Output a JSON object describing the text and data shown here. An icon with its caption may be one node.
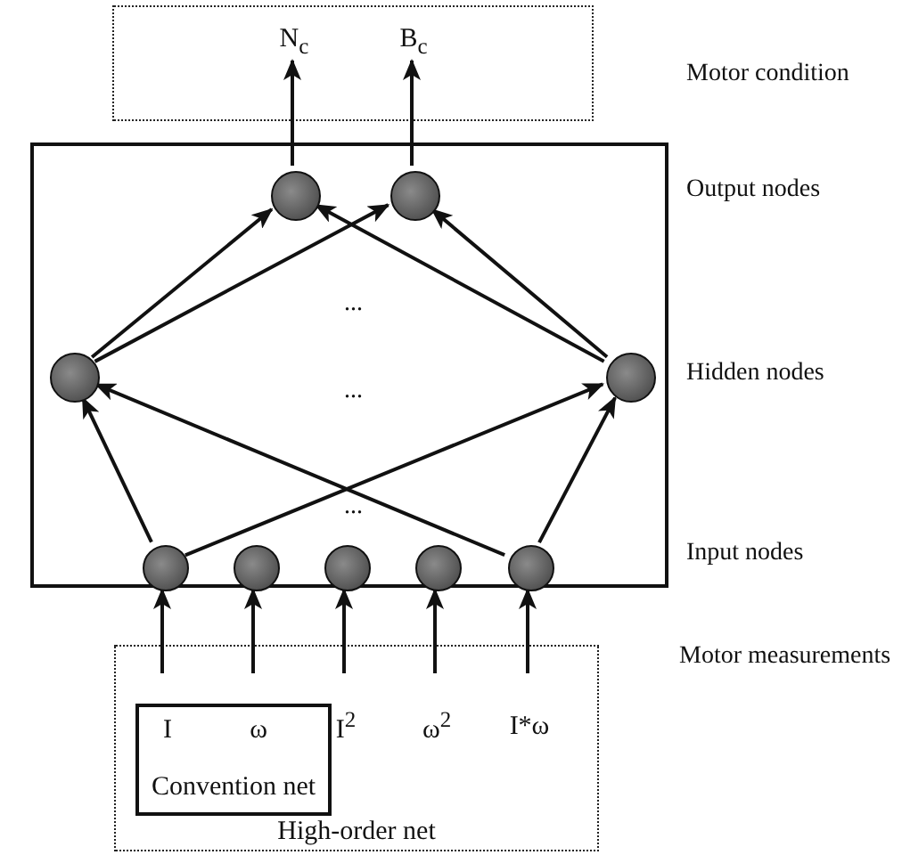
{
  "diagram": {
    "nodes": [
      {
        "text": [],
        "shape": "box",
        "beside": [
          "Motor condition"
        ]
      },
      {
        "text": [
          "N$_{c}$"
        ],
        "in": 0
      },
      {
        "text": [
          "B$_{c}$"
        ],
        "in": 0
      },
      {
        "text": [],
        "shape": "box"
      },
      {
        "text": [],
        "shape": "circle",
        "in": 3
      },
      {
        "text": [],
        "shape": "circle",
        "in": 3
      },
      {
        "text": [],
        "shape": "circle",
        "in": 3
      },
      {
        "text": [],
        "shape": "circle",
        "in": 3
      },
      {
        "text": [],
        "shape": "circle",
        "in": 3
      },
      {
        "text": [],
        "shape": "circle",
        "in": 3
      },
      {
        "text": [],
        "shape": "circle",
        "in": 3
      },
      {
        "text": [],
        "shape": "circle",
        "in": 3
      },
      {
        "text": [],
        "shape": "circle",
        "in": 3
      },
      {
        "text": [
          "High-order net"
        ],
        "beside": [
          "Motor measurements"
        ]
      },
      {
        "text": [
          "Convention net"
        ],
        "in": 13
      },
      {
        "text": [
          "I"
        ],
        "in": 14
      },
      {
        "text": [
          "ω"
        ],
        "in": 14
      },
      {
        "text": [
          "I$^{2}$"
        ],
        "in": 13
      },
      {
        "text": [
          "ω$^{2}$"
        ],
        "in": 13
      },
      {
        "text": [
          "I*ω"
        ],
        "in": 13
      }
    ],
    "edges": [
      {
        "from": 15,
        "to": 8,
        "arrow": "to"
      },
      {
        "from": 16,
        "to": 9,
        "arrow": "to"
      },
      {
        "from": 17,
        "to": 10,
        "arrow": "to"
      },
      {
        "from": 18,
        "to": 11,
        "arrow": "to"
      },
      {
        "from": 19,
        "to": 12,
        "arrow": "to"
      },
      {
        "from": 8,
        "to": 6,
        "arrow": "to"
      },
      {
        "from": 8,
        "to": 7,
        "arrow": "to"
      },
      {
        "from": 12,
        "to": 6,
        "arrow": "to"
      },
      {
        "from": 12,
        "to": 7,
        "arrow": "to"
      },
      {
        "from": 6,
        "to": 4,
        "arrow": "to"
      },
      {
        "from": 6,
        "to": 5,
        "arrow": "to"
      },
      {
        "from": 7,
        "to": 4,
        "arrow": "to"
      },
      {
        "from": 7,
        "to": 5,
        "arrow": "to"
      },
      {
        "from": 4,
        "to": 1,
        "arrow": "to"
      },
      {
        "from": 5,
        "to": 2,
        "arrow": "to"
      }
    ],
    "labels": [
      "Output nodes",
      "...",
      "Hidden nodes",
      "...",
      "...",
      "Input nodes"
    ]
  }
}
